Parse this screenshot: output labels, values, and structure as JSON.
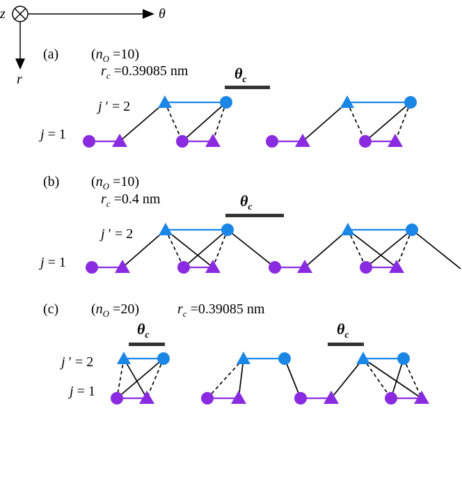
{
  "axes": {
    "z": "z",
    "theta": "θ",
    "r": "r"
  },
  "panels": [
    {
      "id": "a",
      "tag": "(a)",
      "n": {
        "open": "(",
        "sym": "n",
        "sub": "O",
        "val": " =10)"
      },
      "rc": {
        "sym": "r",
        "sub": "c",
        "val": " =0.39085 nm"
      },
      "theta_label": {
        "sym": "θ",
        "sub": "c"
      },
      "jprime_label": {
        "sym": "j",
        "rest": " ′ = 2"
      },
      "j_label": {
        "sym": "j",
        "rest": " = 1"
      }
    },
    {
      "id": "b",
      "tag": "(b)",
      "n": {
        "open": "(",
        "sym": "n",
        "sub": "O",
        "val": " =10)"
      },
      "rc": {
        "sym": "r",
        "sub": "c",
        "val": " =0.4 nm"
      },
      "theta_label": {
        "sym": "θ",
        "sub": "c"
      },
      "jprime_label": {
        "sym": "j",
        "rest": " ′ = 2"
      },
      "j_label": {
        "sym": "j",
        "rest": " = 1"
      }
    },
    {
      "id": "c",
      "tag": "(c)",
      "n": {
        "open": "(",
        "sym": "n",
        "sub": "O",
        "val": " =20)"
      },
      "rc": {
        "sym": "r",
        "sub": "c",
        "val": " =0.39085 nm"
      },
      "theta_label": {
        "sym": "θ",
        "sub": "c"
      },
      "jprime_label": {
        "sym": "j",
        "rest": " ′ = 2"
      },
      "j_label": {
        "sym": "j",
        "rest": " = 1"
      }
    }
  ],
  "colors": {
    "upper_layer": "#1a86e6",
    "lower_layer": "#8a2be2",
    "bond": "#000000",
    "theta_bar": "#333333"
  }
}
